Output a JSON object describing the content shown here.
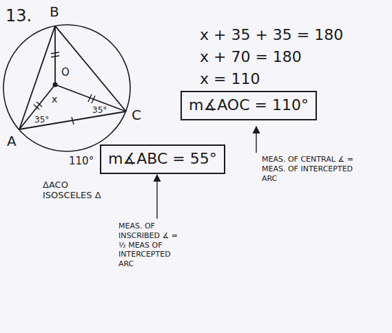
{
  "diagram": {
    "nodes": [
      {
        "text": [
          "m∡AOC = 110°"
        ]
      },
      {
        "text": [
          "m∡ABC = 55°"
        ]
      }
    ],
    "labels": [
      "13.",
      "B",
      "O",
      "x",
      "A",
      "C",
      "35°",
      "35°",
      "110°",
      "x + 35 + 35 = 180",
      "x + 70 = 180",
      "x = 110",
      "ΔACO ISOSCELES Δ",
      "MEAS. OF CENTRAL ∡ = MEAS. OF INTERCEPTED ARC",
      "MEAS. OF INSCRIBED ∡ = ½ MEAS OF INTERCEPTED ARC"
    ]
  }
}
